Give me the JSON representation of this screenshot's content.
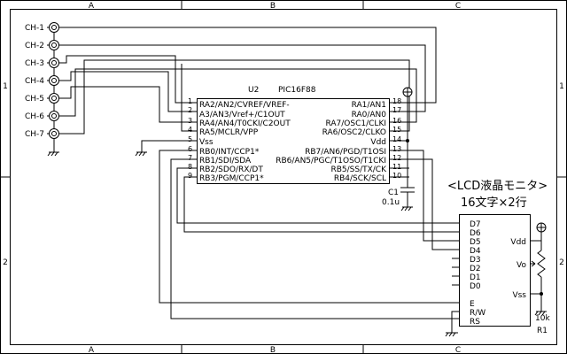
{
  "frame": {
    "col_labels": [
      "A",
      "B",
      "C"
    ],
    "row_labels": [
      "1",
      "2"
    ]
  },
  "channels": [
    "CH-1",
    "CH-2",
    "CH-3",
    "CH-4",
    "CH-5",
    "CH-6",
    "CH-7"
  ],
  "mcu": {
    "ref": "U2",
    "part": "PIC16F88",
    "left_pins": [
      {
        "num": "1",
        "name": "RA2/AN2/CVREF/VREF-"
      },
      {
        "num": "2",
        "name": "A3/AN3/Vref+/C1OUT"
      },
      {
        "num": "3",
        "name": "RA4/AN4/T0CKI/C2OUT"
      },
      {
        "num": "4",
        "name": "RA5/MCLR/VPP"
      },
      {
        "num": "5",
        "name": "Vss"
      },
      {
        "num": "6",
        "name": "RB0/INT/CCP1*"
      },
      {
        "num": "7",
        "name": "RB1/SDI/SDA"
      },
      {
        "num": "8",
        "name": "RB2/SDO/RX/DT"
      },
      {
        "num": "9",
        "name": "RB3/PGM/CCP1*"
      }
    ],
    "right_pins": [
      {
        "num": "18",
        "name": "RA1/AN1"
      },
      {
        "num": "17",
        "name": "RA0/AN0"
      },
      {
        "num": "16",
        "name": "RA7/OSC1/CLKI"
      },
      {
        "num": "15",
        "name": "RA6/OSC2/CLKO"
      },
      {
        "num": "14",
        "name": "Vdd"
      },
      {
        "num": "13",
        "name": "RB7/AN6/PGD/T1OSI"
      },
      {
        "num": "12",
        "name": "RB6/AN5/PGC/T1OSO/T1CKI"
      },
      {
        "num": "11",
        "name": "RB5/SS/TX/CK"
      },
      {
        "num": "10",
        "name": "RB4/SCK/SCL"
      }
    ]
  },
  "capacitor": {
    "ref": "C1",
    "value": "0.1u"
  },
  "lcd": {
    "title_line1": "<LCD液晶モニタ>",
    "title_line2": "16文字×2行",
    "left_pins": [
      "D7",
      "D6",
      "D5",
      "D4",
      "D3",
      "D2",
      "D1",
      "D0",
      "E",
      "R/W",
      "RS"
    ],
    "right_pins": [
      "Vdd",
      "Vo",
      "Vss"
    ]
  },
  "resistor": {
    "ref": "R1",
    "value": "10k"
  }
}
